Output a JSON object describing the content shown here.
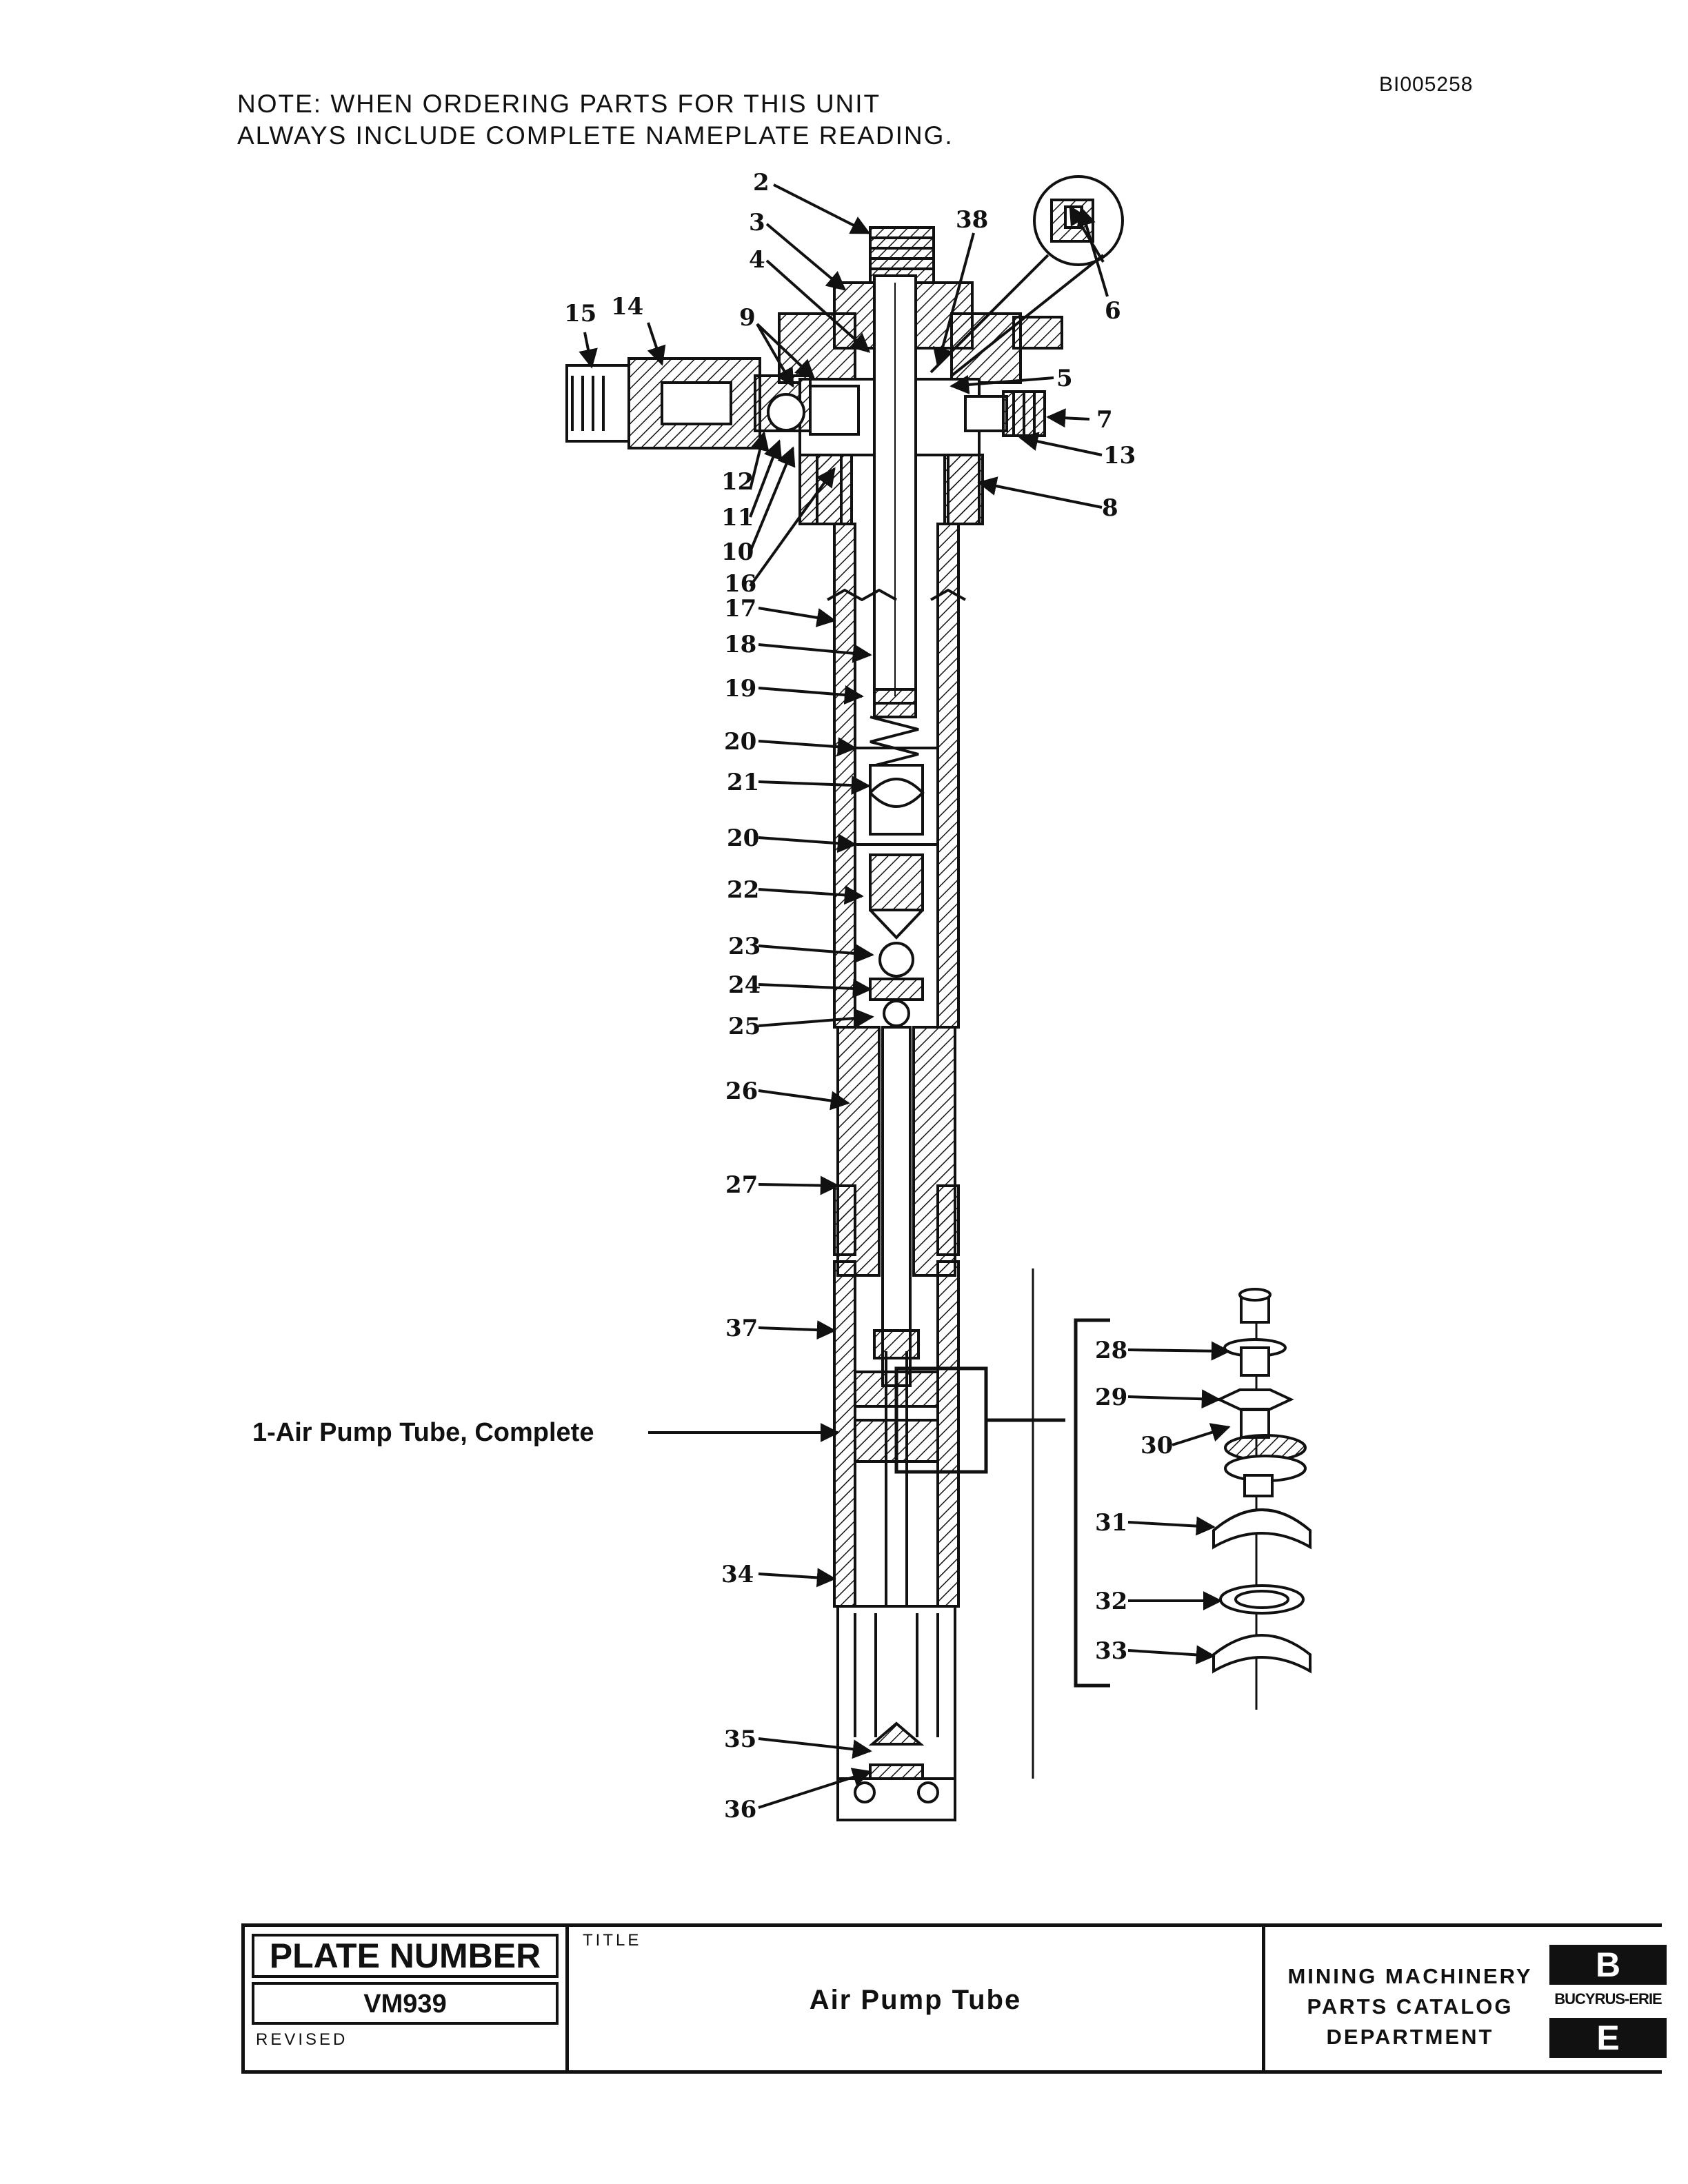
{
  "header": {
    "doc_id": "BI005258",
    "note_lines": [
      "NOTE:  WHEN ORDERING PARTS FOR THIS UNIT",
      "ALWAYS INCLUDE COMPLETE NAMEPLATE READING."
    ]
  },
  "diagram": {
    "callouts": {
      "c2": "2",
      "c3": "3",
      "c4": "4",
      "c38": "38",
      "c6": "6",
      "c15": "15",
      "c14": "14",
      "c9": "9",
      "c5": "5",
      "c7": "7",
      "c13": "13",
      "c8": "8",
      "c12": "12",
      "c11": "11",
      "c10": "10",
      "c16": "16",
      "c17": "17",
      "c18": "18",
      "c19": "19",
      "c20a": "20",
      "c21": "21",
      "c20b": "20",
      "c22": "22",
      "c23": "23",
      "c24": "24",
      "c25": "25",
      "c26": "26",
      "c27": "27",
      "c37": "37",
      "c34": "34",
      "c35": "35",
      "c36": "36",
      "c28": "28",
      "c29": "29",
      "c30": "30",
      "c31": "31",
      "c32": "32",
      "c33": "33"
    },
    "assembly_label": "1-Air  Pump  Tube, Complete"
  },
  "title_block": {
    "plate_number_label": "PLATE NUMBER",
    "plate_number": "VM939",
    "revised_label": "REVISED",
    "title_label": "TITLE",
    "title": "Air  Pump  Tube",
    "department_lines": [
      "MINING MACHINERY",
      "PARTS CATALOG",
      "DEPARTMENT"
    ],
    "logo_top": "B",
    "logo_text": "BUCYRUS-ERIE",
    "logo_bottom": "E"
  }
}
